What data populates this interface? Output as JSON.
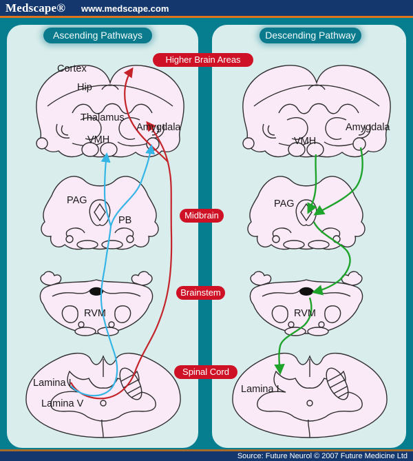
{
  "header": {
    "logo": "Medscape®",
    "url": "www.medscape.com"
  },
  "footer": {
    "source": "Source: Future Neurol © 2007 Future Medicine Ltd"
  },
  "panels": {
    "ascending": {
      "title": "Ascending Pathways",
      "labels": {
        "cortex": "Cortex",
        "hip": "Hip",
        "thalamus": "Thalamus",
        "amygdala": "Amygdala",
        "vmh": "VMH",
        "pag": "PAG",
        "pb": "PB",
        "rvm": "RVM",
        "lamina_i": "Lamina I",
        "lamina_v": "Lamina V"
      }
    },
    "descending": {
      "title": "Descending Pathway",
      "labels": {
        "vmh": "VMH",
        "amygdala": "Amygdala",
        "pag": "PAG",
        "rvm": "RVM",
        "lamina_i": "Lamina I"
      }
    }
  },
  "badges": {
    "higher": "Higher Brain Areas",
    "midbrain": "Midbrain",
    "brainstem": "Brainstem",
    "spinal": "Spinal Cord"
  },
  "colors": {
    "navy": "#14386e",
    "orange_top": "#e0741c",
    "orange_bottom": "#a86a2a",
    "teal": "#077e90",
    "panel": "#d9edec",
    "pill_teal": "#0a7a8c",
    "badge_red": "#cf1126",
    "brain_fill": "#fae9f6",
    "line_red": "#c4232a",
    "line_blue": "#35b5e5",
    "line_green": "#1ea32b"
  }
}
